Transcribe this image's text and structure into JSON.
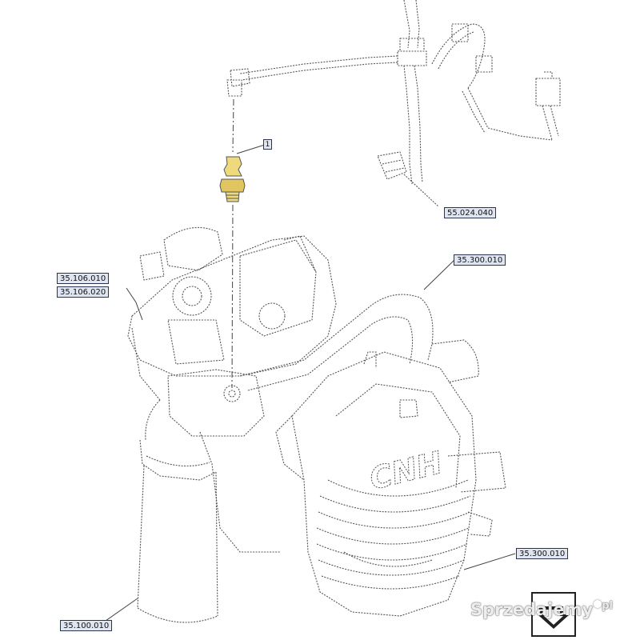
{
  "diagram": {
    "callout_number": "1",
    "refs": {
      "hose": "55.024.040",
      "pump_a": "35.106.010",
      "pump_b": "35.106.020",
      "housing_top": "35.300.010",
      "housing_bottom": "35.300.010",
      "filter": "35.100.010"
    },
    "logo_text": "CNH",
    "colors": {
      "highlight_part": "#e8cf6a",
      "label_fill": "#dfe6f2",
      "line": "#555555"
    }
  },
  "watermark": {
    "text": "Sprzedajemy",
    "suffix": "pl"
  }
}
